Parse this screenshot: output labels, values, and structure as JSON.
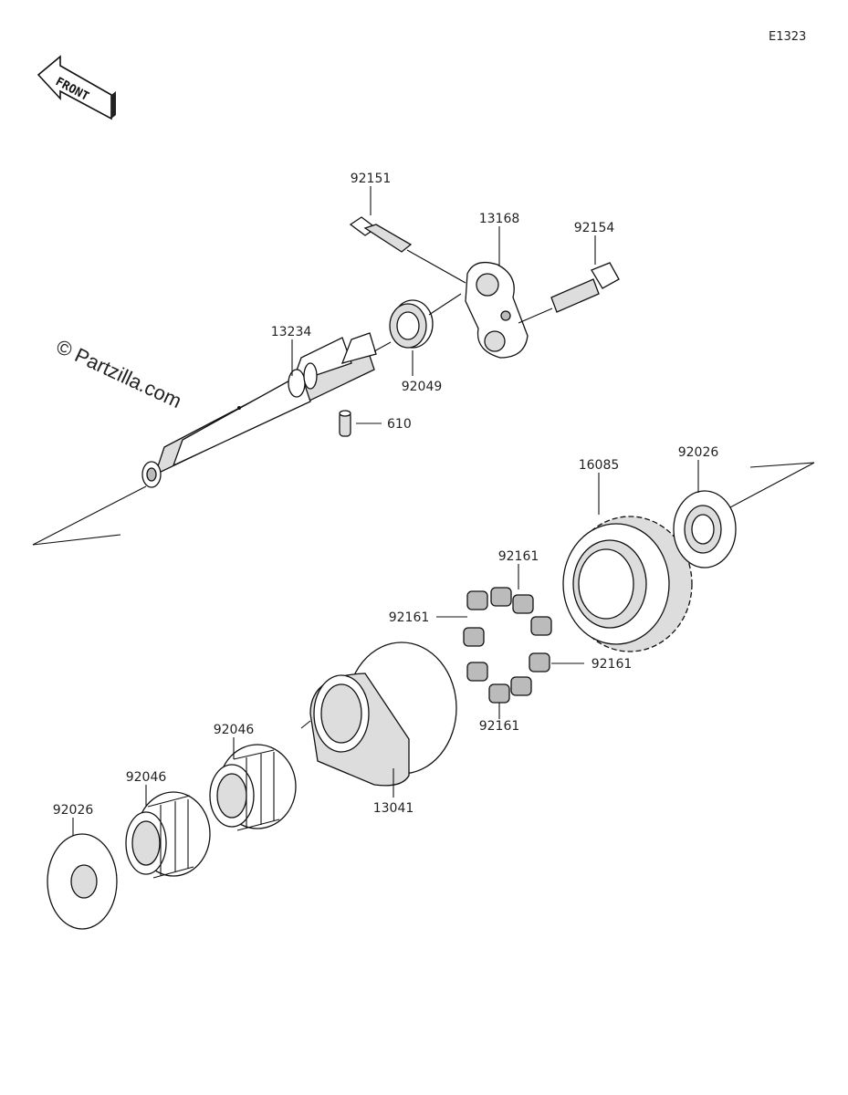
{
  "diagram_code": "E1323",
  "front_label": "FRONT",
  "watermark": "© Partzilla.com",
  "parts": [
    {
      "number": "92151"
    },
    {
      "number": "13168"
    },
    {
      "number": "92154"
    },
    {
      "number": "13234"
    },
    {
      "number": "92049"
    },
    {
      "number": "610"
    },
    {
      "number": "16085"
    },
    {
      "number": "92026"
    },
    {
      "number": "92161"
    },
    {
      "number": "92161"
    },
    {
      "number": "92161"
    },
    {
      "number": "92161"
    },
    {
      "number": "92046"
    },
    {
      "number": "92046"
    },
    {
      "number": "13041"
    },
    {
      "number": "92026"
    }
  ]
}
